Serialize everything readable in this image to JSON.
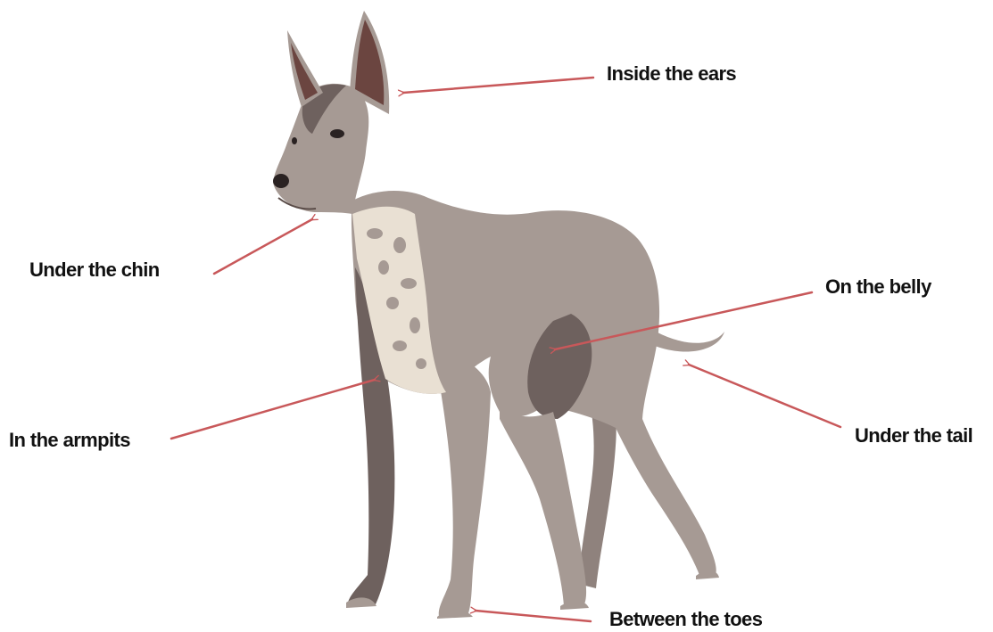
{
  "colors": {
    "background": "#ffffff",
    "body": "#a69a94",
    "body_shade": "#8f827d",
    "dark_patch": "#6e615e",
    "ear_inner": "#6b4540",
    "chest_patch": "#e9e0d3",
    "arrow": "#c8585a",
    "text": "#111111"
  },
  "labels": {
    "ears": "Inside the ears",
    "chin": "Under the chin",
    "belly": "On the belly",
    "armpits": "In the armpits",
    "tail": "Under the tail",
    "toes": "Between the toes"
  }
}
